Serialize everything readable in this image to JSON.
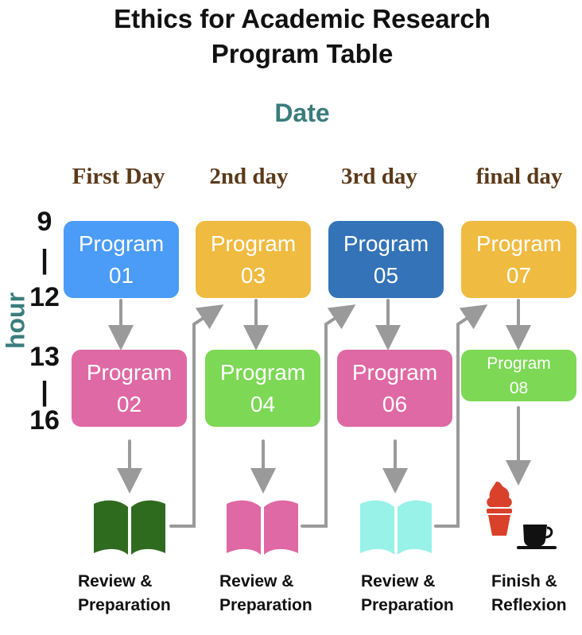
{
  "title_line1": "Ethics for Academic Research",
  "title_line2": "Program Table",
  "axis": {
    "date": "Date",
    "hour": "hour"
  },
  "days": [
    "First Day",
    "2nd day",
    "3rd day",
    "final day"
  ],
  "times": {
    "morning_start": "9",
    "morning_sep": "|",
    "morning_end": "12",
    "afternoon_start": "13",
    "afternoon_sep": "|",
    "afternoon_end": "16"
  },
  "programs": [
    {
      "label": "Program",
      "num": "01",
      "color": "#4a9cf6"
    },
    {
      "label": "Program",
      "num": "02",
      "color": "#df69a4"
    },
    {
      "label": "Program",
      "num": "03",
      "color": "#f0bb41"
    },
    {
      "label": "Program",
      "num": "04",
      "color": "#7cd855"
    },
    {
      "label": "Program",
      "num": "05",
      "color": "#3473b7"
    },
    {
      "label": "Program",
      "num": "06",
      "color": "#df69a4"
    },
    {
      "label": "Program",
      "num": "07",
      "color": "#f0bb41"
    },
    {
      "label": "Program",
      "num": "08",
      "color": "#7cd855"
    }
  ],
  "captions": [
    {
      "line1": "Review &",
      "line2": "Preparation"
    },
    {
      "line1": "Review &",
      "line2": "Preparation"
    },
    {
      "line1": "Review &",
      "line2": "Preparation"
    },
    {
      "line1": "Finish &",
      "line2": "Reflexion"
    }
  ],
  "icons": [
    "book-icon",
    "book-icon",
    "book-icon",
    "ice-cream-icon",
    "coffee-cup-icon"
  ],
  "book_colors": [
    "#2e6b1f",
    "#df69a4",
    "#98f2e8"
  ],
  "arrow_color": "#9a9a9a",
  "ice_cream_color": "#d9412a"
}
